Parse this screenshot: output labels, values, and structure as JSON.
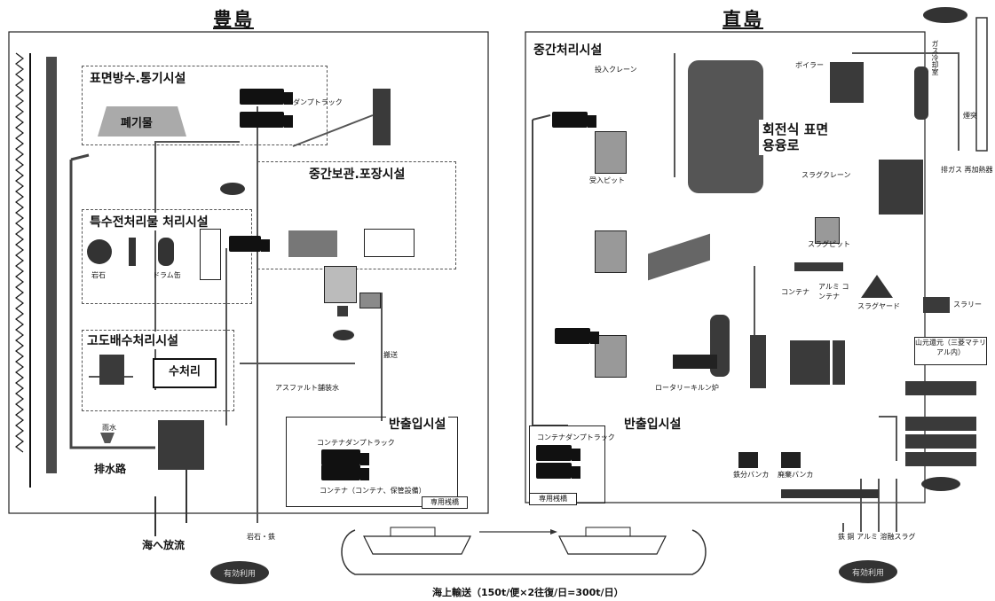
{
  "left": {
    "island": "豊島",
    "sec_surface": "표면방수.통기시설",
    "waste": "폐기물",
    "sec_interim_storage": "중간보관.포장시설",
    "sec_special": "특수전처리물 처리시설",
    "rock": "岩石",
    "drum": "ドラム缶",
    "sec_advanced_water": "고도배수처리시설",
    "water_treatment": "수처리",
    "asphalt": "アスファルト舗装水",
    "drain": "排水路",
    "rain": "雨水",
    "sec_loading": "반출입시설",
    "container_dump_truck": "コンテナダンプトラック",
    "container_storage": "コンテナ（コンテナ、保管設備）",
    "pier": "専用桟橋",
    "sea_discharge": "海へ放流",
    "outflow": "搬送",
    "rock_iron": "岩石・鉄",
    "dump_truck": "ダンプトラック"
  },
  "right": {
    "island": "直島",
    "sec_intermediate": "중간처리시설",
    "crane": "投入クレーン",
    "boiler": "ボイラー",
    "melting_furnace": "회전식 표면용융로",
    "slag_crane": "スラグクレーン",
    "slag_pit": "スラグピット",
    "slag_yard": "スラグヤード",
    "container_a": "コンテナ",
    "container_b": "アルミ コンテナ",
    "rotary_kiln": "ロータリーキルン炉",
    "sec_loading": "반출입시설",
    "container_dump_truck": "コンテナダンプトラック",
    "pier": "専用桟橋",
    "iron_bunker": "鉄分バンカ",
    "bunker2": "廃棄バンカ",
    "outputs": "鉄  銅  アルミ  溶融スラグ",
    "yamakawa": "山元還元（三菱マテリアル内）",
    "slurry": "スラリー",
    "chimney": "煙突",
    "waste_pit": "受入ピット",
    "gas_treatment": "ガス冷却室",
    "exhaust": "排ガス 再加熱器"
  },
  "sea_transport": "海上輸送（150t/便×2往復/日=300t/日）",
  "effective_use": "有効利用"
}
